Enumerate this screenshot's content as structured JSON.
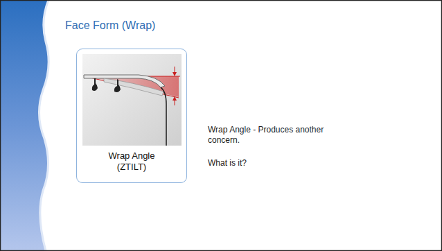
{
  "diagram": {
    "title": "Face Form (Wrap)",
    "nodes": [
      {
        "text": [
          "Wrap Angle (ZTILT)"
        ]
      }
    ],
    "labels": [
      "Wrap Angle - Produces another concern.",
      "What is it?"
    ]
  }
}
